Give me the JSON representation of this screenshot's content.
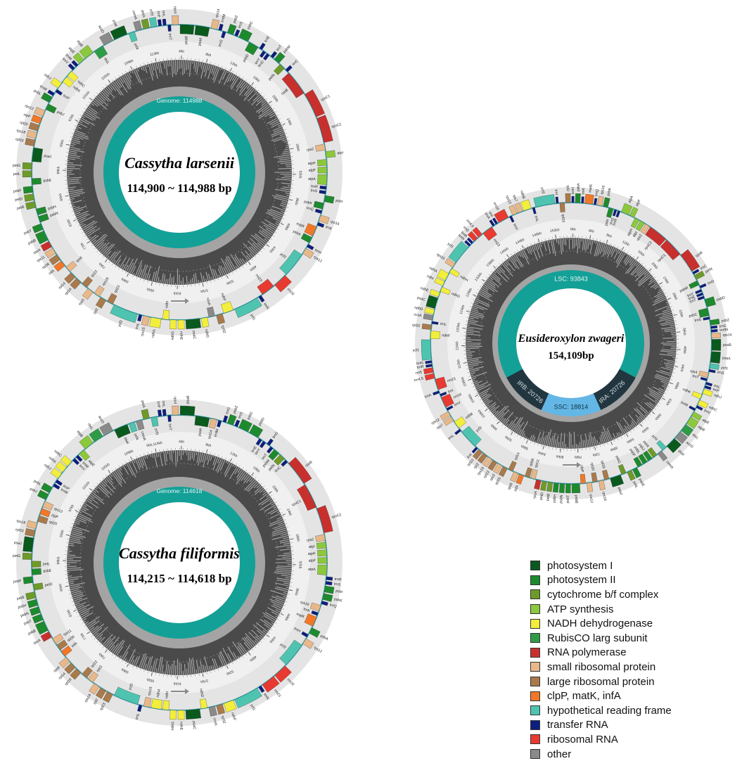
{
  "maps": [
    {
      "id": "cassytha-larsenii",
      "species": "Cassytha larsenii",
      "size_text": "114,900 ~ 114,988 bp",
      "genome_label": "Genome: 114988",
      "segments": [
        "Genome: 114988"
      ],
      "ticks": [
        "4kb",
        "8kb",
        "12kb",
        "16kb",
        "20kb",
        "24kb",
        "28kb",
        "32kb",
        "36kb",
        "40kb",
        "44kb",
        "48kb",
        "52kb",
        "57kb",
        "61kb",
        "65kb",
        "69kb",
        "73kb",
        "77kb",
        "81kb",
        "85kb",
        "89kb",
        "93kb",
        "97kb",
        "101kb",
        "105kb",
        "109kb",
        "113kb"
      ],
      "genes": [
        "psaB",
        "psaA",
        "rps14",
        "trnfM",
        "trnG",
        "psbZ",
        "trnS",
        "psbC",
        "psbD",
        "trnE",
        "trnY",
        "trnD",
        "trnT",
        "psbM",
        "petN",
        "trnC",
        "rpoB",
        "rpoC1",
        "rpoC2",
        "rps2",
        "atpI",
        "atpH",
        "atpF",
        "atpA",
        "trnR",
        "trnS",
        "psbI",
        "psbK",
        "trnQ",
        "rps16",
        "trnK",
        "matK",
        "psbA",
        "trnH",
        "rps12",
        "ycf2",
        "rrn16",
        "rrn23",
        "trnN",
        "ycf1",
        "ndhF",
        "rpl32",
        "ccsA",
        "ndhD",
        "psaC",
        "ndhE",
        "ndhG",
        "ndhI",
        "ndhA",
        "rps15",
        "trnL",
        "ycf2",
        "rpl23",
        "rpl2",
        "rps19",
        "rps3",
        "rpl22",
        "rpl16",
        "rpl14",
        "rps8",
        "infA",
        "rpl36",
        "rps11",
        "rpoA",
        "psbB",
        "psbT",
        "psbN",
        "psbH",
        "petB",
        "petD",
        "psbF",
        "psbE",
        "petL",
        "petG",
        "psaJ",
        "rpl33",
        "rps18",
        "rpl20",
        "clpP",
        "rps12",
        "psbJ",
        "psbL",
        "trnW",
        "trnP",
        "ndhJ",
        "ndhK",
        "ndhC",
        "trnV",
        "trnM",
        "atpE",
        "atpB",
        "rbcL",
        "accD",
        "psaI",
        "ycf4",
        "cemA",
        "petA",
        "ycf3",
        "trnF",
        "trnL",
        "trnT",
        "rps4"
      ]
    },
    {
      "id": "cassytha-filiformis",
      "species": "Cassytha filiformis",
      "size_text": "114,215 ~ 114,618 bp",
      "genome_label": "Genome: 114618",
      "segments": [
        "Genome: 114618"
      ],
      "ticks": [
        "4kb",
        "8kb",
        "12kb",
        "16kb",
        "20kb",
        "24kb",
        "28kb",
        "32kb",
        "36kb",
        "40kb",
        "44kb",
        "48kb",
        "52kb",
        "57kb",
        "61kb",
        "65kb",
        "69kb",
        "73kb",
        "77kb",
        "81kb",
        "85kb",
        "89kb",
        "93kb",
        "97kb",
        "101kb",
        "105kb",
        "109kb",
        "0kb,114kb"
      ],
      "genes": [
        "psaB",
        "psaA",
        "rps14",
        "trnfM",
        "trnG",
        "psbZ",
        "trnS",
        "psbC",
        "psbD",
        "trnE",
        "trnY",
        "trnD",
        "trnT",
        "psbM",
        "petN",
        "trnC",
        "rpoB",
        "rpoC1",
        "rpoC2",
        "rps2",
        "atpI",
        "atpH",
        "atpF",
        "atpA",
        "trnR",
        "trnS",
        "psbI",
        "psbK",
        "trnQ",
        "rps16",
        "trnK",
        "matK",
        "psbA",
        "trnH",
        "rps12",
        "ycf2",
        "rrn16",
        "rrn23",
        "trnN",
        "ycf1",
        "ndhF",
        "rpl32",
        "ccsA",
        "ndhD",
        "psaC",
        "ndhE",
        "ndhG",
        "ndhI",
        "ndhA",
        "rps15",
        "trnL",
        "ycf2",
        "rpl23",
        "rpl2",
        "rps19",
        "rps3",
        "rpl22",
        "rpl16",
        "rpl14",
        "rps8",
        "infA",
        "rpl36",
        "rps11",
        "rpoA",
        "psbB",
        "psbT",
        "psbN",
        "psbH",
        "petB",
        "petD",
        "psbF",
        "psbE",
        "petL",
        "petG",
        "psaJ",
        "rpl33",
        "rps18",
        "rpl20",
        "clpP",
        "rps12",
        "psbJ",
        "psbL",
        "trnW",
        "trnP",
        "ndhJ",
        "ndhK",
        "ndhC",
        "trnV",
        "trnM",
        "atpE",
        "atpB",
        "rbcL",
        "accD",
        "psaI",
        "ycf4",
        "cemA",
        "petA",
        "ycf3",
        "trnF",
        "trnL",
        "trnT",
        "rps4"
      ]
    },
    {
      "id": "eusideroxylon-zwageri",
      "species": "Eusideroxylon zwageri",
      "size_text": "154,109bp",
      "genome_label": "LSC: 93843",
      "segments": [
        "LSC: 93843",
        "IRA: 20726",
        "SSC: 18814",
        "IRB: 20726"
      ],
      "ticks": [
        "0kb",
        "4kb",
        "8kb",
        "12kb",
        "16kb",
        "20kb",
        "24kb",
        "28kb",
        "32kb",
        "36kb",
        "40kb",
        "44kb",
        "48kb",
        "52kb",
        "56kb",
        "60kb",
        "64kb",
        "68kb",
        "72kb",
        "76kb",
        "80kb",
        "84kb",
        "88kb",
        "92kb",
        "96kb",
        "100kb",
        "104kb",
        "108kb",
        "112kb",
        "116kb",
        "120kb",
        "124kb",
        "128kb",
        "132kb",
        "136kb",
        "140kb",
        "144kb",
        "148kb",
        "152kb"
      ],
      "genes": [
        "trnH",
        "psbA",
        "trnK",
        "matK",
        "trnQ",
        "rps16",
        "psbK",
        "psbI",
        "trnS",
        "trnR",
        "atpA",
        "atpF",
        "atpH",
        "atpI",
        "rps2",
        "rpoC2",
        "rpoC1",
        "rpoB",
        "trnC",
        "petN",
        "psbM",
        "trnD",
        "trnY",
        "trnE",
        "trnT",
        "psbD",
        "psbC",
        "trnS",
        "psbZ",
        "trnG",
        "trnfM",
        "rps14",
        "psaB",
        "psaA",
        "ycf3",
        "trnS",
        "rps4",
        "trnT",
        "trnL",
        "trnF",
        "ndhJ",
        "ndhK",
        "ndhC",
        "trnV",
        "trnM",
        "atpE",
        "atpB",
        "rbcL",
        "accD",
        "psaI",
        "ycf4",
        "cemA",
        "petA",
        "psbJ",
        "psbL",
        "psbF",
        "psbE",
        "petL",
        "petG",
        "psaJ",
        "rpl33",
        "rps18",
        "rpl20",
        "rps12",
        "clpP",
        "psbB",
        "psbT",
        "psbN",
        "psbH",
        "petB",
        "petD",
        "rpoA",
        "rps11",
        "rpl36",
        "infA",
        "rps8",
        "rpl14",
        "rpl16",
        "rps3",
        "rpl22",
        "rps19",
        "rpl2",
        "rpl23",
        "trnI",
        "ycf2",
        "trnL",
        "ndhB",
        "rps7",
        "rps12",
        "trnV",
        "rrn16",
        "trnI",
        "trnA",
        "rrn23",
        "rrn4.5",
        "rrn5",
        "trnR",
        "trnN",
        "ycf1",
        "ndhF",
        "rpl32",
        "trnL",
        "ccsA",
        "ndhD",
        "psaC",
        "ndhE",
        "ndhG",
        "ndhI",
        "ndhA",
        "ndhH",
        "rps15",
        "ycf1",
        "trnN",
        "trnR",
        "rrn5",
        "rrn4.5",
        "rrn23",
        "trnA",
        "trnI",
        "rrn16",
        "trnV",
        "rps12",
        "rps7",
        "ndhB",
        "trnL",
        "ycf2",
        "trnI",
        "rpl23",
        "rpl2"
      ]
    }
  ],
  "legend": [
    {
      "label": "photosystem I",
      "color": "#0a5a1e"
    },
    {
      "label": "photosystem II",
      "color": "#1e8a2e"
    },
    {
      "label": "cytochrome b/f complex",
      "color": "#6e9a2a"
    },
    {
      "label": "ATP synthesis",
      "color": "#8cc83c"
    },
    {
      "label": "NADH dehydrogenase",
      "color": "#f2ee3c"
    },
    {
      "label": "RubisCO larg subunit",
      "color": "#2e9c46"
    },
    {
      "label": "RNA polymerase",
      "color": "#c8302e"
    },
    {
      "label": "small ribosomal protein",
      "color": "#e8b88a"
    },
    {
      "label": "large ribosomal protein",
      "color": "#a87a4c"
    },
    {
      "label": "clpP, matK, infA",
      "color": "#f07828"
    },
    {
      "label": "hypothetical reading frame",
      "color": "#4ec4b0"
    },
    {
      "label": "transfer RNA",
      "color": "#0c1e80"
    },
    {
      "label": "ribosomal RNA",
      "color": "#e83a30"
    },
    {
      "label": "other",
      "color": "#8a8a8a"
    }
  ]
}
